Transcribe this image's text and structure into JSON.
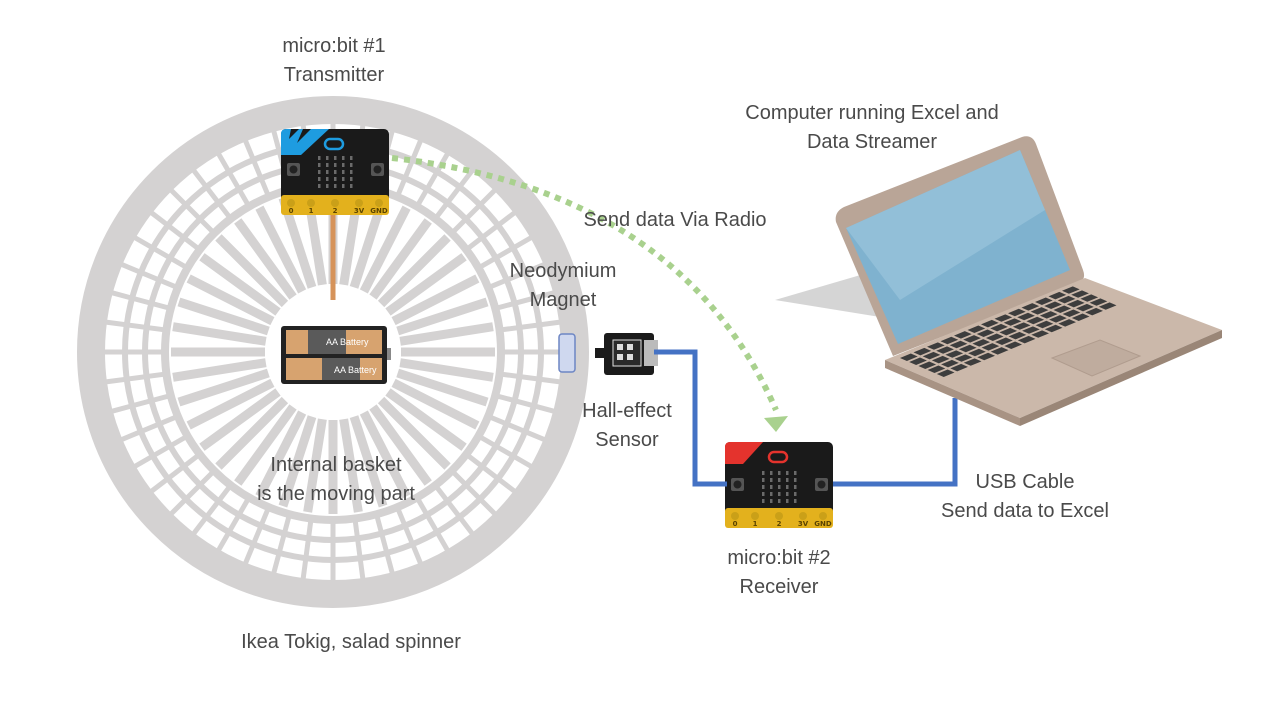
{
  "labels": {
    "transmitter": {
      "line1": "micro:bit #1",
      "line2": "Transmitter"
    },
    "computer": {
      "line1": "Computer running Excel and",
      "line2": "Data Streamer"
    },
    "radio": "Send data Via Radio",
    "magnet": {
      "line1": "Neodymium",
      "line2": "Magnet"
    },
    "sensor": {
      "line1": "Hall-effect",
      "line2": "Sensor"
    },
    "basket": {
      "line1": "Internal basket",
      "line2": "is the moving part"
    },
    "usb": {
      "line1": "USB Cable",
      "line2": "Send data to Excel"
    },
    "receiver": {
      "line1": "micro:bit #2",
      "line2": "Receiver"
    },
    "spinner": "Ikea Tokig, salad spinner"
  },
  "battery": {
    "label_top": "AA Battery",
    "label_bottom": "AA Battery"
  },
  "microbit_pins": [
    "0",
    "1",
    "2",
    "3V",
    "GND"
  ],
  "colors": {
    "spinner": "#d4d2d2",
    "transmitter_accent": "#1e9ce0",
    "receiver_accent": "#e4332d",
    "wire_blue": "#4472c4",
    "radio_green": "#a9d18e",
    "wire_orange": "#d6935a",
    "board": "#1a1a1a",
    "gold": "#e3b11d",
    "laptop_body": "#c8b6a8",
    "laptop_screen": "#7fb2cf",
    "magnet": "#cfd8ef"
  },
  "icons": [
    "microbit-board",
    "battery-holder",
    "hall-sensor",
    "magnet",
    "laptop",
    "salad-spinner"
  ]
}
